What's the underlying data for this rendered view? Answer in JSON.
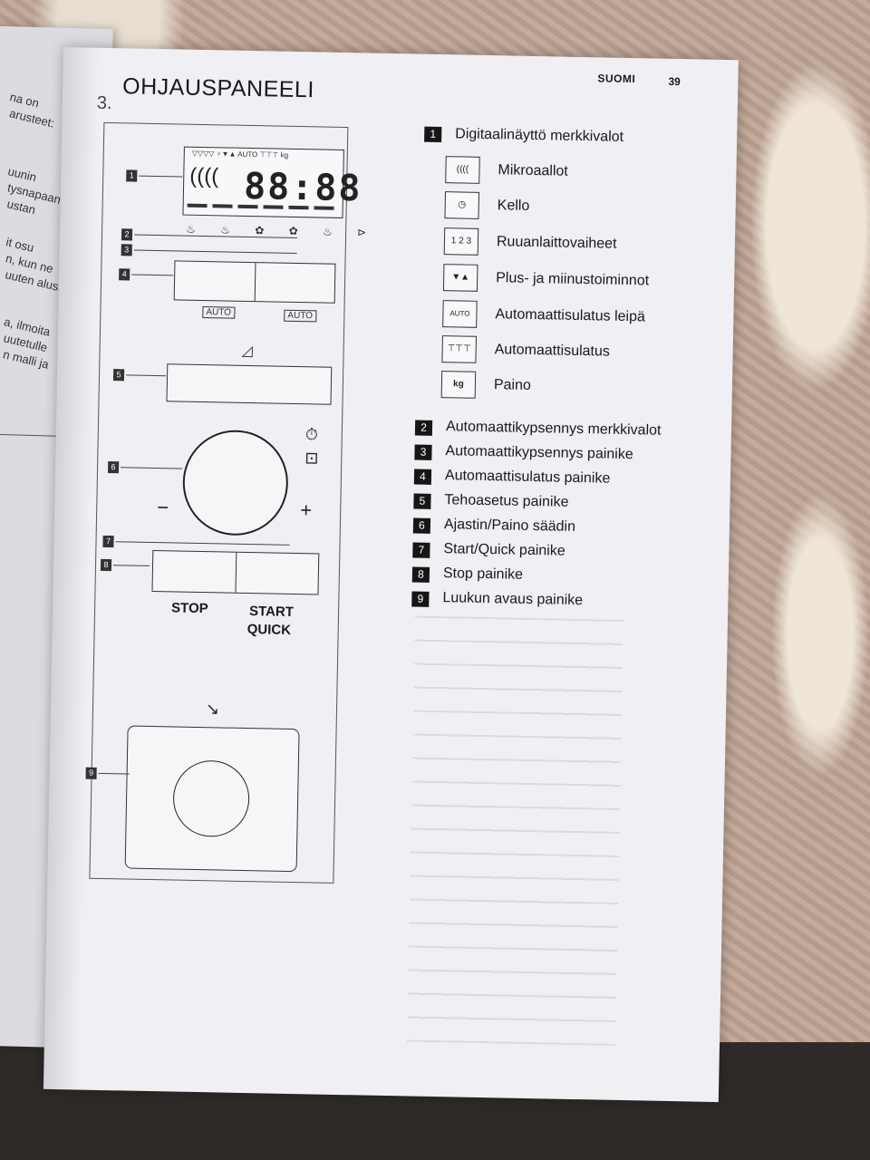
{
  "left_page": {
    "fragments": [
      "na on",
      "arusteet:",
      "uunin",
      "tysnapaan",
      "ustan",
      "it osu",
      "n, kun ne",
      "uuten alusta",
      "a, ilmoita",
      "uutetulle",
      "n malli ja"
    ]
  },
  "header": {
    "language": "SUOMI",
    "page_number": "39"
  },
  "section": {
    "number": "3.",
    "title": "OHJAUSPANEELI"
  },
  "panel": {
    "display_digits": "88:88",
    "display_top_icons": "▽▽▽▽  ♀▼▲ AUTO ⊤⊤⊤ kg",
    "autocook_icons": "♨ ♨ ✿ ✿ ♨ ⊳",
    "defrost_bread_icon": "AUTO",
    "defrost_icon": "AUTO",
    "power_icon": "◿",
    "knob_minus": "−",
    "knob_plus": "+",
    "knob_clock_icon": "⏱",
    "knob_weight_icon": "⊡",
    "stop_label": "STOP",
    "start_label": "START",
    "quick_label": "QUICK",
    "door_icon": "↘"
  },
  "callouts": [
    "1",
    "2",
    "3",
    "4",
    "5",
    "6",
    "7",
    "8",
    "9"
  ],
  "legend": {
    "item1": {
      "num": "1",
      "label": "Digitaalinäyttö merkkivalot"
    },
    "sub_items": [
      {
        "icon": "((((",
        "label": "Mikroaallot"
      },
      {
        "icon": "◷",
        "label": "Kello"
      },
      {
        "icon": "1 2 3",
        "label": "Ruuanlaittovaiheet"
      },
      {
        "icon": "▼▲",
        "label": "Plus- ja miinustoiminnot"
      },
      {
        "icon": "AUTO ⊤⊤⊤",
        "label": "Automaattisulatus leipä"
      },
      {
        "icon": "⊤⊤⊤",
        "label": "Automaattisulatus"
      },
      {
        "icon": "kg",
        "label": "Paino"
      }
    ],
    "items": [
      {
        "num": "2",
        "label": "Automaattikypsennys merkkivalot"
      },
      {
        "num": "3",
        "label": "Automaattikypsennys painike"
      },
      {
        "num": "4",
        "label": "Automaattisulatus painike"
      },
      {
        "num": "5",
        "label": "Tehoasetus painike"
      },
      {
        "num": "6",
        "label": "Ajastin/Paino säädin"
      },
      {
        "num": "7",
        "label": "Start/Quick painike"
      },
      {
        "num": "8",
        "label": "Stop painike"
      },
      {
        "num": "9",
        "label": "Luukun avaus painike"
      }
    ]
  }
}
